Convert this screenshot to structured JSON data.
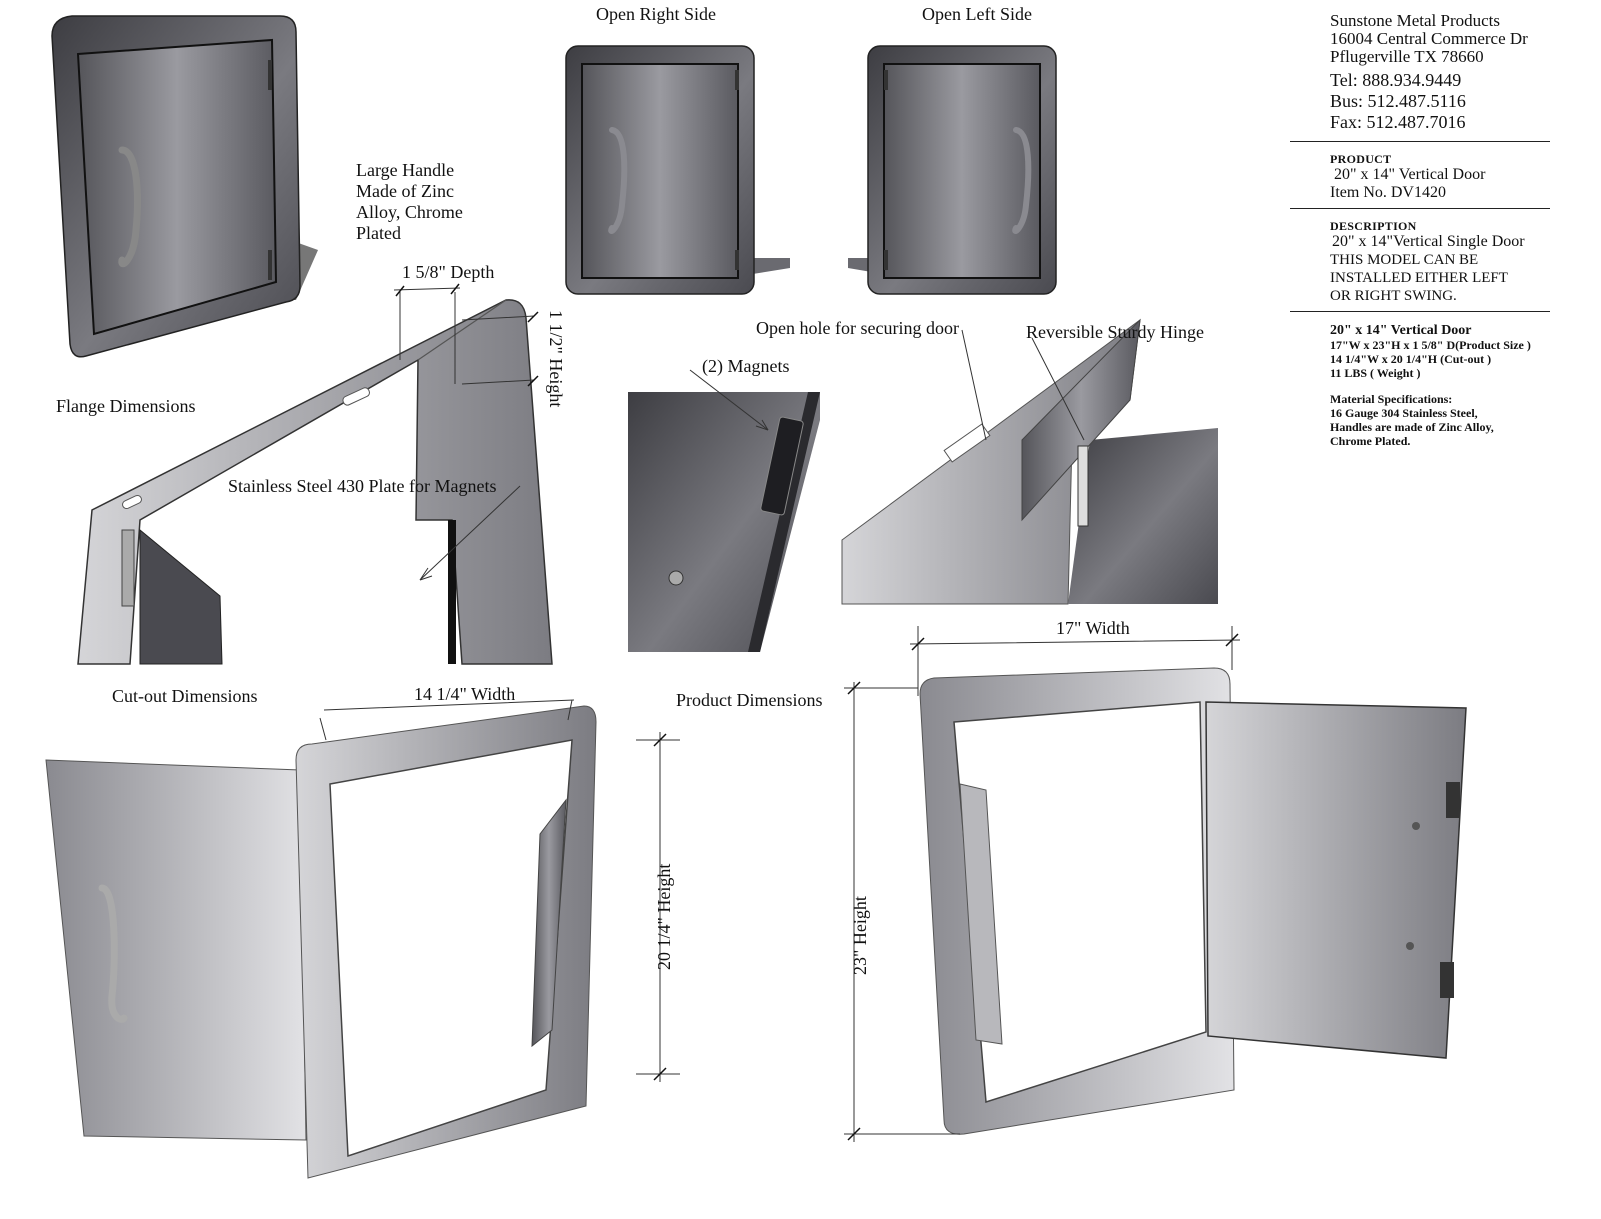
{
  "views": {
    "open_right": "Open Right Side",
    "open_left": "Open Left Side",
    "flange": "Flange Dimensions",
    "cutout": "Cut-out Dimensions",
    "product": "Product Dimensions"
  },
  "callouts": {
    "handle": [
      "Large Handle",
      "Made of Zinc",
      "Alloy, Chrome",
      "Plated"
    ],
    "depth": "1 5/8\" Depth",
    "height_flange": "1 1/2\" Height",
    "plate": "Stainless Steel 430 Plate  for Magnets",
    "magnets": "(2) Magnets",
    "hole": "Open hole for securing door",
    "hinge": "Reversible Sturdy Hinge"
  },
  "dimensions": {
    "cutout_width": "14 1/4\" Width",
    "cutout_height": "20 1/4\" Height",
    "product_width": "17\" Width",
    "product_height": "23\" Height"
  },
  "company": {
    "name": "Sunstone Metal Products",
    "address1": "16004 Central Commerce Dr",
    "address2": "Pflugerville TX 78660",
    "tel": "Tel: 888.934.9449",
    "bus": "Bus: 512.487.5116",
    "fax": "Fax: 512.487.7016"
  },
  "product": {
    "heading": "PRODUCT",
    "name": "20\" x 14\" Vertical Door",
    "item": "Item No. DV1420"
  },
  "description": {
    "heading": "DESCRIPTION",
    "title": "20\" x 14\"Vertical Single Door",
    "lines": [
      "THIS MODEL CAN BE",
      "INSTALLED EITHER LEFT",
      "OR RIGHT SWING."
    ]
  },
  "specs": {
    "title": "20\" x 14\"  Vertical Door",
    "lines": [
      "17\"W x 23\"H x 1 5/8\" D(Product Size )",
      "14 1/4\"W x 20 1/4\"H (Cut-out )",
      "11 LBS ( Weight )"
    ],
    "material_heading": "Material Specifications:",
    "material_lines": [
      "16 Gauge 304 Stainless Steel,",
      "Handles are made of Zinc Alloy,",
      "Chrome Plated."
    ]
  }
}
